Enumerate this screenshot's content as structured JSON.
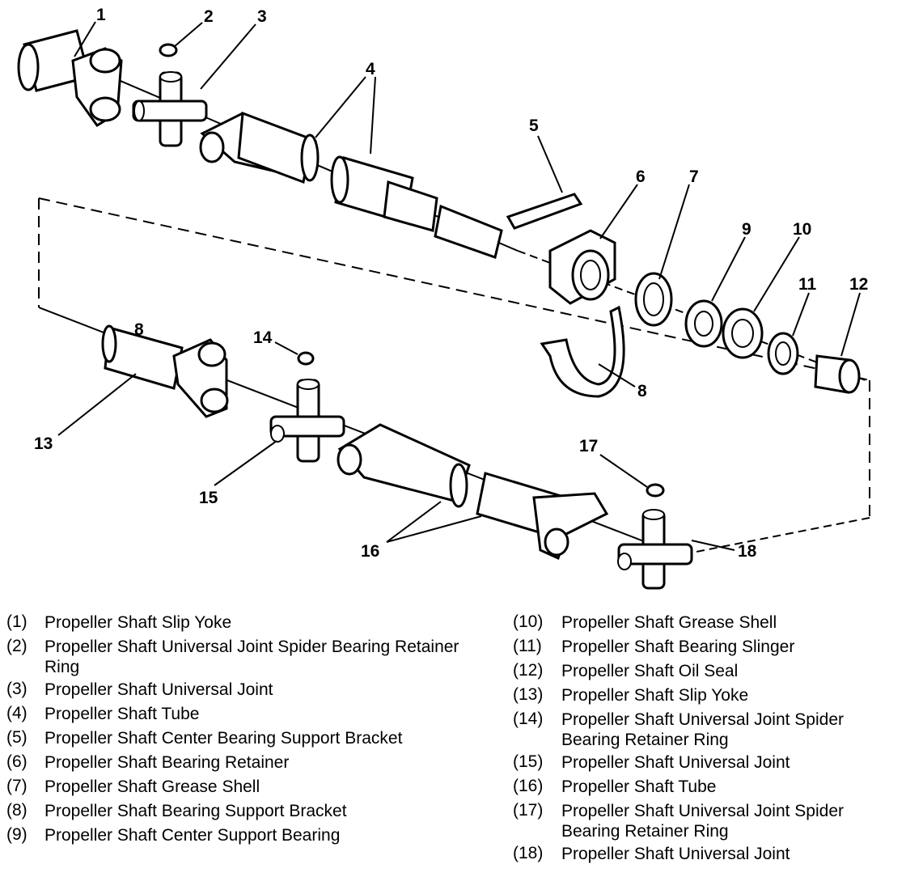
{
  "callouts": [
    "1",
    "2",
    "3",
    "4",
    "5",
    "6",
    "7",
    "9",
    "10",
    "11",
    "12",
    "13",
    "8",
    "14",
    "8",
    "15",
    "16",
    "17",
    "18"
  ],
  "legend_left": [
    {
      "num": "(1)",
      "text": "Propeller Shaft Slip Yoke"
    },
    {
      "num": "(2)",
      "text": "Propeller Shaft Universal Joint Spider Bearing Retainer Ring"
    },
    {
      "num": "(3)",
      "text": "Propeller Shaft Universal Joint"
    },
    {
      "num": "(4)",
      "text": "Propeller Shaft Tube"
    },
    {
      "num": "(5)",
      "text": "Propeller Shaft Center Bearing Support Bracket"
    },
    {
      "num": "(6)",
      "text": "Propeller Shaft Bearing Retainer"
    },
    {
      "num": "(7)",
      "text": "Propeller Shaft Grease Shell"
    },
    {
      "num": "(8)",
      "text": "Propeller Shaft Bearing Support Bracket"
    },
    {
      "num": "(9)",
      "text": "Propeller Shaft Center Support Bearing"
    }
  ],
  "legend_right": [
    {
      "num": "(10)",
      "text": "Propeller Shaft Grease Shell"
    },
    {
      "num": "(11)",
      "text": "Propeller Shaft Bearing Slinger"
    },
    {
      "num": "(12)",
      "text": "Propeller Shaft Oil Seal"
    },
    {
      "num": "(13)",
      "text": "Propeller Shaft Slip Yoke"
    },
    {
      "num": "(14)",
      "text": "Propeller Shaft Universal Joint Spider Bearing Retainer Ring"
    },
    {
      "num": "(15)",
      "text": "Propeller Shaft Universal Joint"
    },
    {
      "num": "(16)",
      "text": "Propeller Shaft Tube"
    },
    {
      "num": "(17)",
      "text": "Propeller Shaft Universal Joint Spider Bearing Retainer Ring"
    },
    {
      "num": "(18)",
      "text": "Propeller Shaft Universal Joint"
    }
  ]
}
